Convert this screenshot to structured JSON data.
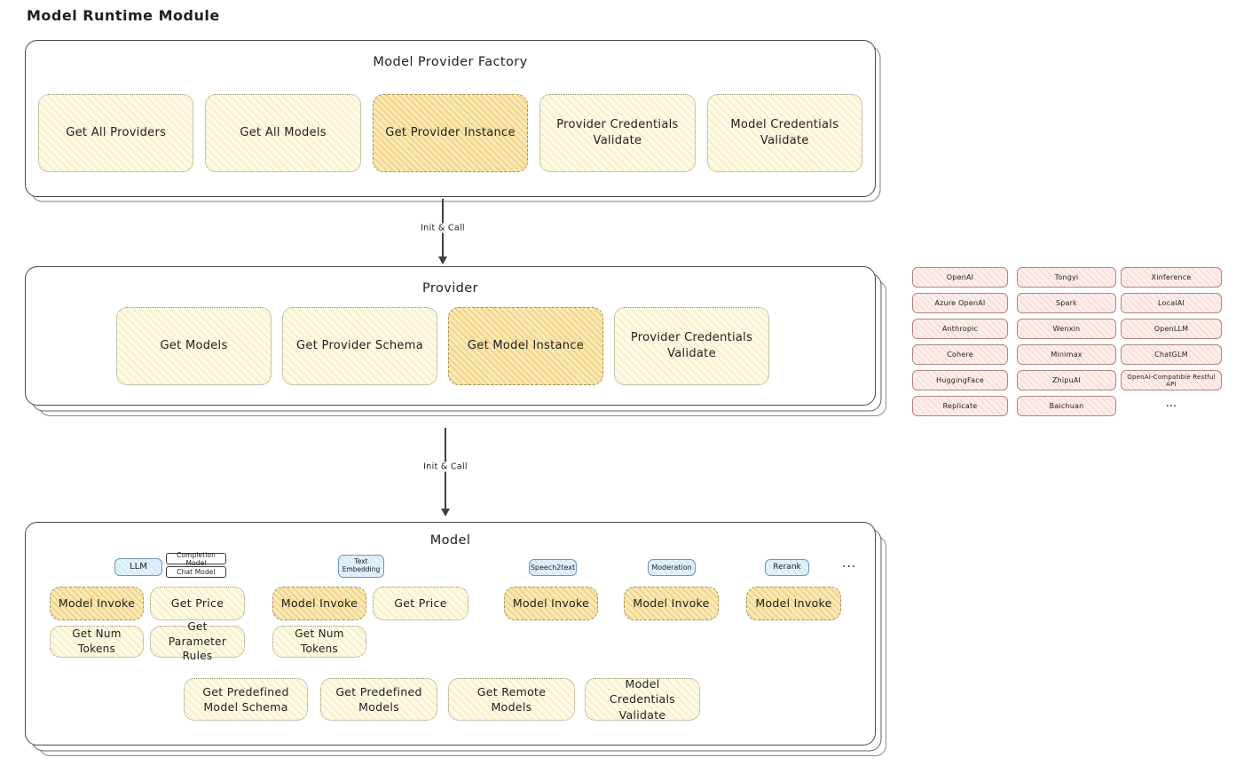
{
  "page_title": "Model Runtime Module",
  "arrows": {
    "arrow1_label": "Init & Call",
    "arrow2_label": "Init & Call"
  },
  "factory": {
    "title": "Model Provider Factory",
    "boxes": [
      "Get All Providers",
      "Get All Models",
      "Get Provider Instance",
      "Provider Credentials Validate",
      "Model Credentials Validate"
    ]
  },
  "provider": {
    "title": "Provider",
    "boxes": [
      "Get Models",
      "Get Provider Schema",
      "Get Model Instance",
      "Provider Credentials Validate"
    ]
  },
  "providers_list": {
    "col1": [
      "OpenAI",
      "Azure OpenAI",
      "Anthropic",
      "Cohere",
      "HuggingFace",
      "Replicate"
    ],
    "col2": [
      "Tongyi",
      "Spark",
      "Wenxin",
      "Minimax",
      "ZhipuAI",
      "Baichuan"
    ],
    "col3": [
      "Xinference",
      "LocalAI",
      "OpenLLM",
      "ChatGLM",
      "OpenAI-Compatible Restful API"
    ],
    "more": "..."
  },
  "model": {
    "title": "Model",
    "llm": {
      "tag": "LLM",
      "subtags": [
        "Completion Model",
        "Chat Model"
      ],
      "functions": [
        "Model Invoke",
        "Get Price",
        "Get Num Tokens",
        "Get Parameter Rules"
      ]
    },
    "text_embedding": {
      "tag": "Text Embedding",
      "functions": [
        "Model Invoke",
        "Get Price",
        "Get Num Tokens"
      ]
    },
    "speech2text": {
      "tag": "Speech2text",
      "functions": [
        "Model Invoke"
      ]
    },
    "moderation": {
      "tag": "Moderation",
      "functions": [
        "Model Invoke"
      ]
    },
    "rerank": {
      "tag": "Rerank",
      "functions": [
        "Model Invoke"
      ]
    },
    "more": "...",
    "shared_functions": [
      "Get Predefined Model Schema",
      "Get Predefined Models",
      "Get Remote Models",
      "Model Credentials Validate"
    ]
  }
}
